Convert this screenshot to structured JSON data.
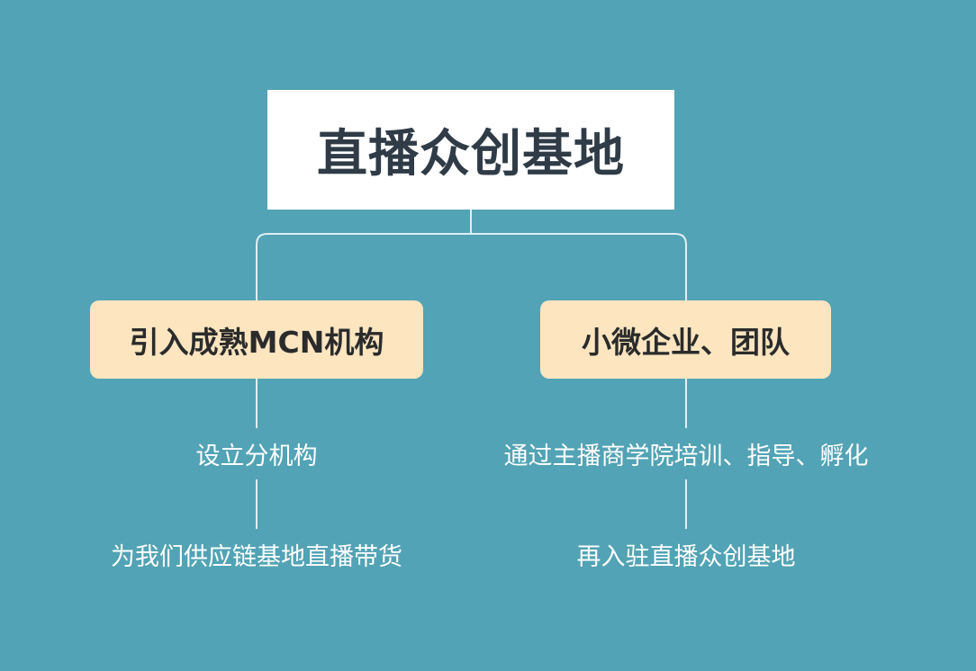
{
  "diagram": {
    "root": {
      "label": "直播众创基地"
    },
    "branches": [
      {
        "label": "引入成熟MCN机构",
        "children": [
          "设立分机构",
          "为我们供应链基地直播带货"
        ]
      },
      {
        "label": "小微企业、团队",
        "children": [
          "通过主播商学院培训、指导、孵化",
          "再入驻直播众创基地"
        ]
      }
    ]
  },
  "colors": {
    "background": "#52a3b5",
    "root_fill": "#ffffff",
    "root_text": "#2f3b47",
    "branch_fill": "#fde5c0",
    "branch_text": "#2b2b2b",
    "leaf_text": "#ffffff",
    "connector": "#dff0f4"
  }
}
